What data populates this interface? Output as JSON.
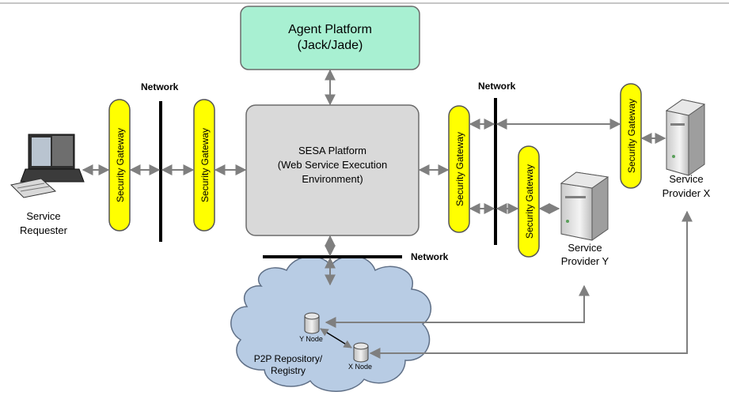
{
  "agent_platform": {
    "line1": "Agent Platform",
    "line2": "(Jack/Jade)"
  },
  "sesa_platform": {
    "line1": "SESA Platform",
    "line2": "(Web Service Execution",
    "line3": "Environment)"
  },
  "network_label": "Network",
  "security_gateway_label": "Security Gateway",
  "service_requester": {
    "line1": "Service",
    "line2": "Requester"
  },
  "service_provider_x": {
    "line1": "Service",
    "line2": "Provider X"
  },
  "service_provider_y": {
    "line1": "Service",
    "line2": "Provider Y"
  },
  "p2p_repository": {
    "line1": "P2P Repository/",
    "line2": "Registry"
  },
  "y_node": "Y Node",
  "x_node": "X Node",
  "colors": {
    "agent_fill": "#a8f0d2",
    "sesa_fill": "#d9d9d9",
    "gateway_fill": "#ffff00",
    "cloud_fill": "#b8cce4",
    "arrow": "#7f7f7f",
    "network_bar": "#000000"
  }
}
